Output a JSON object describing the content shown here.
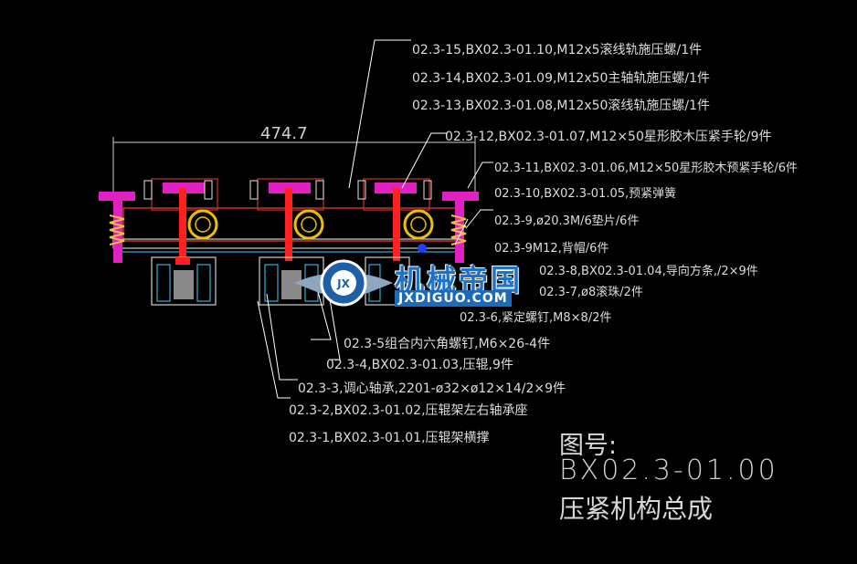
{
  "dimension": "474.7",
  "labels": [
    "02.3-15,BX02.3-01.10,M12x5滚线轨施压螺/1件",
    "02.3-14,BX02.3-01.09,M12x50主轴轨施压螺/1件",
    "02.3-13,BX02.3-01.08,M12x50滚线轨施压螺/1件",
    "02.3-12,BX02.3-01.07,M12×50星形胶木压紧手轮/9件",
    "02.3-11,BX02.3-01.06,M12×50星形胶木预紧手轮/6件",
    "02.3-10,BX02.3-01.05,预紧弹簧",
    "02.3-9,ø20.3M/6垫片/6件",
    "02.3-9M12,背帽/6件",
    "02.3-8,BX02.3-01.04,导向方条,/2×9件",
    "02.3-7,ø8滚珠/2件",
    "02.3-6,紧定螺钉,M8×8/2件",
    "02.3-5组合内六角螺钉,M6×26-4件",
    "02.3-4,BX02.3-01.03,压辊,9件",
    "02.3-3,调心轴承,2201-ø32×ø12×14/2×9件",
    "02.3-2,BX02.3-01.02,压辊架左右轴承座",
    "02.3-1,BX02.3-01.01,压辊架横撑"
  ],
  "title": {
    "drawing_no_label": "图号:",
    "drawing_no": "BX02.3-01.00",
    "name": "压紧机构总成"
  },
  "watermark": {
    "cn": "机械帝国",
    "en": "JXDIGUO.COM",
    "logo_text": "JX"
  },
  "colors": {
    "background": "#000000",
    "frame": "#d33a3a",
    "knob": "#e020c0",
    "rod": "#ff2020",
    "bearing": "#f0c000",
    "spring": "#f0c040",
    "text": "#dcdcdc",
    "leader": "#ffffff",
    "watermark_blue": "#1e73c8"
  }
}
